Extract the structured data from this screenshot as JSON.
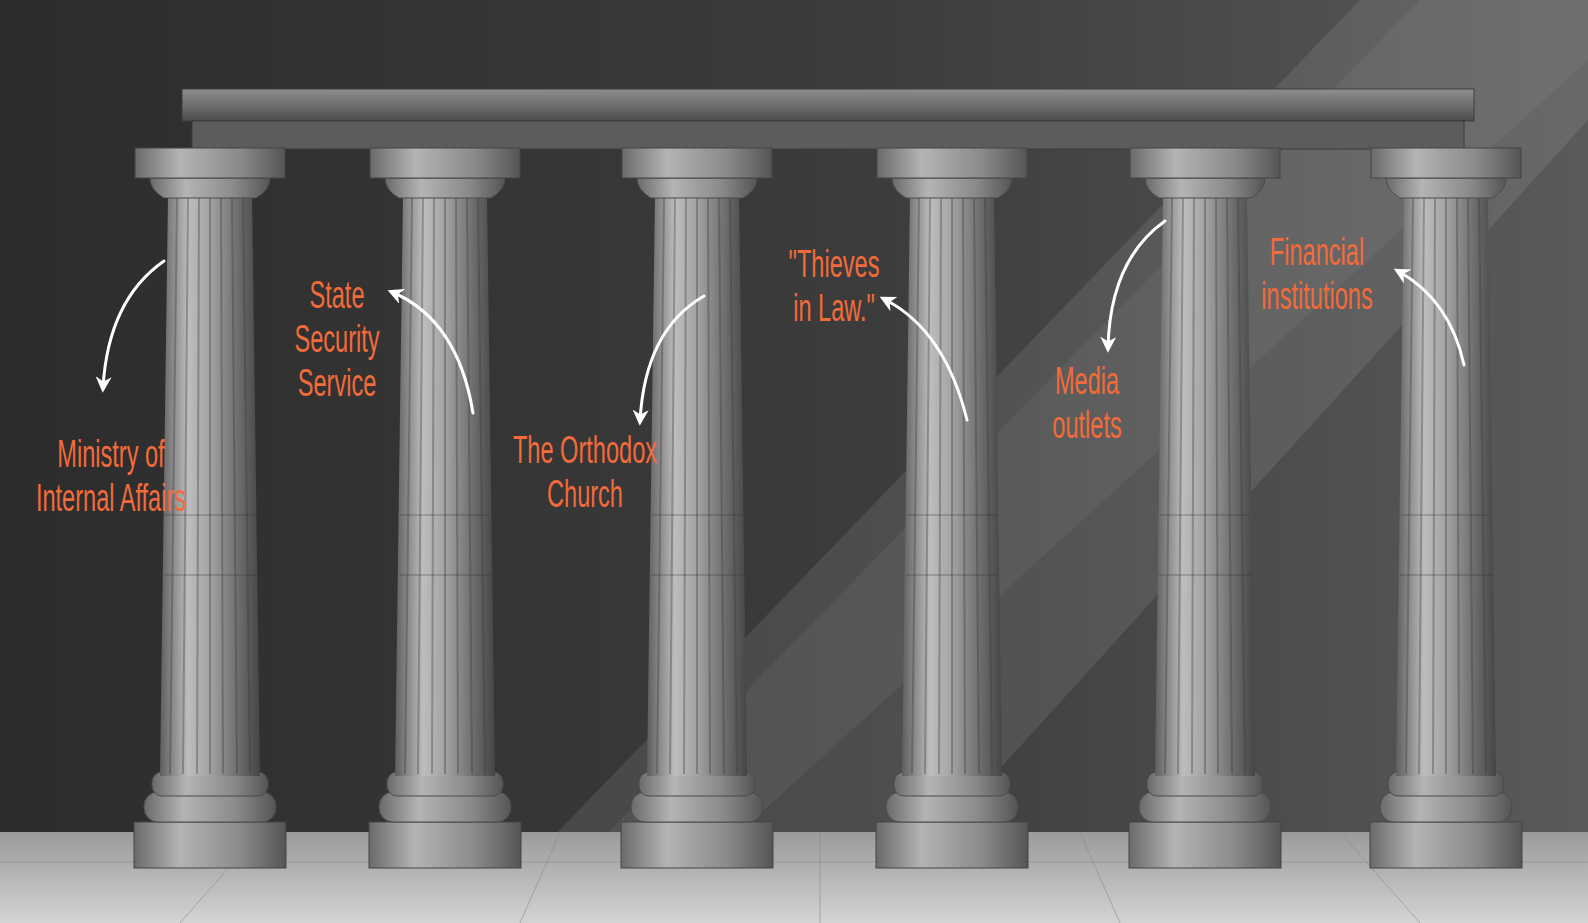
{
  "diagram": {
    "labels": [
      "Ministry of Internal Affairs",
      "State Security Service",
      "The Orthodox Church",
      "\"Thieves in Law.\"",
      "Media outlets",
      "Financial institutions"
    ]
  }
}
